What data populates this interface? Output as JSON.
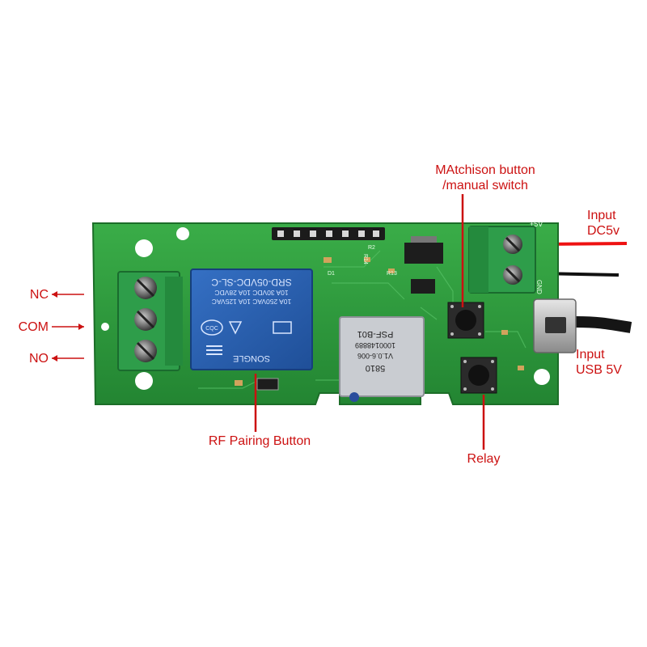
{
  "labels": {
    "nc": "NC",
    "com": "COM",
    "no": "NO",
    "matchison_line1": "MAtchison  button",
    "matchison_line2": "/manual  switch",
    "input_dc_line1": "Input",
    "input_dc_line2": "DC5v",
    "input_usb_line1": "Input",
    "input_usb_line2": "USB 5V",
    "rf_pairing": "RF Pairing Button",
    "relay": "Relay"
  },
  "relay_markings": {
    "model": "SRD-05VDC-SL-C",
    "rating1": "10A 30VDC 10A 28VDC",
    "rating2": "10A 250VAC 10A 125VAC",
    "brand": "SONGLE",
    "cqc": "CQC"
  },
  "module_markings": {
    "line1": "PSF-B01",
    "line2": "1000148889",
    "line3": "V1.0.6-006",
    "line4": "5810"
  },
  "silkscreen": {
    "plus5v": "+5V",
    "gnd": "GND",
    "r14": "R14",
    "r13": "R13",
    "r2": "R2",
    "d1": "D1"
  },
  "colors": {
    "pcb": "#2f9a3c",
    "relay": "#2a5fb0",
    "terminal": "#2e9d4a",
    "callout": "#cc1111",
    "wire_red": "#ee1111",
    "wire_black": "#111111"
  }
}
